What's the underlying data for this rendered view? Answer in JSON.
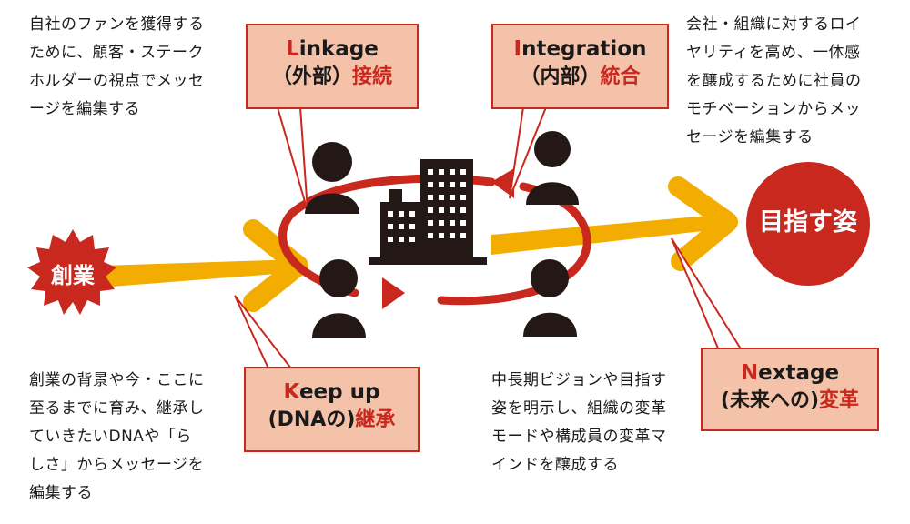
{
  "colors": {
    "accent_red": "#c8281e",
    "arrow_yellow": "#f2ad00",
    "box_fill": "#f4c2a8",
    "figure_dark": "#231815"
  },
  "notes": {
    "top_left": [
      "自社のファンを獲得する",
      "ために、顧客・ステーク",
      "ホルダーの視点でメッセ",
      "ージを編集する"
    ],
    "top_right": [
      "会社・組織に対するロイ",
      "ヤリティを高め、一体感",
      "を醸成するために社員の",
      "モチベーションからメッ",
      "セージを編集する"
    ],
    "bottom_left": [
      "創業の背景や今・ここに",
      "至るまでに育み、継承し",
      "ていきたいDNAや「ら",
      "しさ」からメッセージを",
      "編集する"
    ],
    "bottom_center": [
      "中長期ビジョンや目指す",
      "姿を明示し、組織の変革",
      "モードや構成員の変革マ",
      "インドを醸成する"
    ]
  },
  "boxes": {
    "linkage": {
      "first": "L",
      "rest": "inkage",
      "line2_plain": "（外部）",
      "line2_red": "接続"
    },
    "integration": {
      "first": "I",
      "rest": "ntegration",
      "line2_plain": "（内部）",
      "line2_red": "統合"
    },
    "keepup": {
      "first": "K",
      "rest": "eep up",
      "line2_plain": "(DNAの)",
      "line2_red": "継承"
    },
    "nextage": {
      "first": "N",
      "rest": "extage",
      "line2_plain": "(未来への)",
      "line2_red": "変革"
    }
  },
  "start_label": "創業",
  "goal_label": "目指す姿",
  "icons": [
    "person-icon",
    "person-icon",
    "person-icon",
    "person-icon",
    "office-building-icon"
  ]
}
